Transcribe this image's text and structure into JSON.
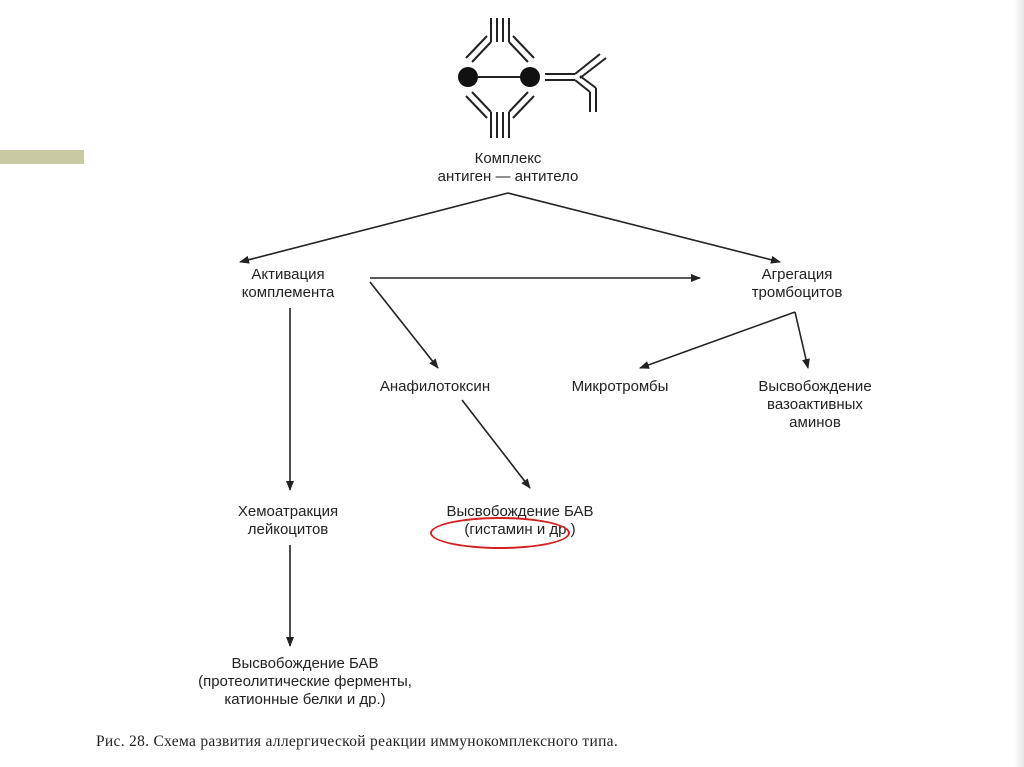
{
  "nodes": {
    "complex": {
      "line1": "Комплекс",
      "line2": "антиген — антитело"
    },
    "complement": {
      "line1": "Активация",
      "line2": "комплемента"
    },
    "platelets": {
      "line1": "Агрегация",
      "line2": "тромбоцитов"
    },
    "anaphylatoxin": {
      "line1": "Анафилотоксин"
    },
    "microthrombi": {
      "line1": "Микротромбы"
    },
    "vasoactive": {
      "line1": "Высвобождение",
      "line2": "вазоактивных",
      "line3": "аминов"
    },
    "chemoattraction": {
      "line1": "Хемоатракция",
      "line2": "лейкоцитов"
    },
    "bav_histamine": {
      "line1": "Высвобождение БАВ",
      "line2": "(гистамин и др.)"
    },
    "bav_enzymes": {
      "line1": "Высвобождение БАВ",
      "line2": "(протеолитические ферменты,",
      "line3": "катионные белки и др.)"
    }
  },
  "caption": "Рис. 28. Схема развития аллергической реакции иммунокомплексного типа.",
  "colors": {
    "accent": "#c9c9a3",
    "highlight": "#d42020",
    "ink": "#222222"
  }
}
